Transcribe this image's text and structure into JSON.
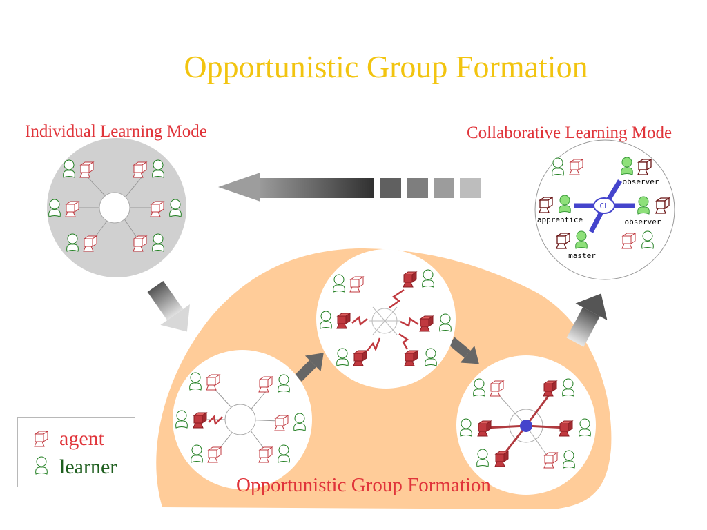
{
  "title": "Opportunistic Group Formation",
  "individual_mode_label": "Individual Learning Mode",
  "collaborative_mode_label": "Collaborative Learning Mode",
  "group_formation_label": "Opportunistic Group Formation",
  "legend": {
    "agent": "agent",
    "learner": "learner"
  },
  "collaborative_roles": {
    "center": "CL",
    "observer_top": "observer",
    "observer_right": "observer",
    "apprentice": "apprentice",
    "master": "master"
  },
  "colors": {
    "title": "#f2c40f",
    "mode_label": "#e0343a",
    "agent_red": "#c0393f",
    "learner_green": "#1f7d1f",
    "learner_fill": "#8ee07a",
    "cl_blue": "#4444cc",
    "blob_orange": "#ffcc99",
    "disk_gray": "#d0d0d0"
  },
  "icons": [
    "agent-icon",
    "learner-icon",
    "arrow-icon",
    "network-hub-icon"
  ]
}
